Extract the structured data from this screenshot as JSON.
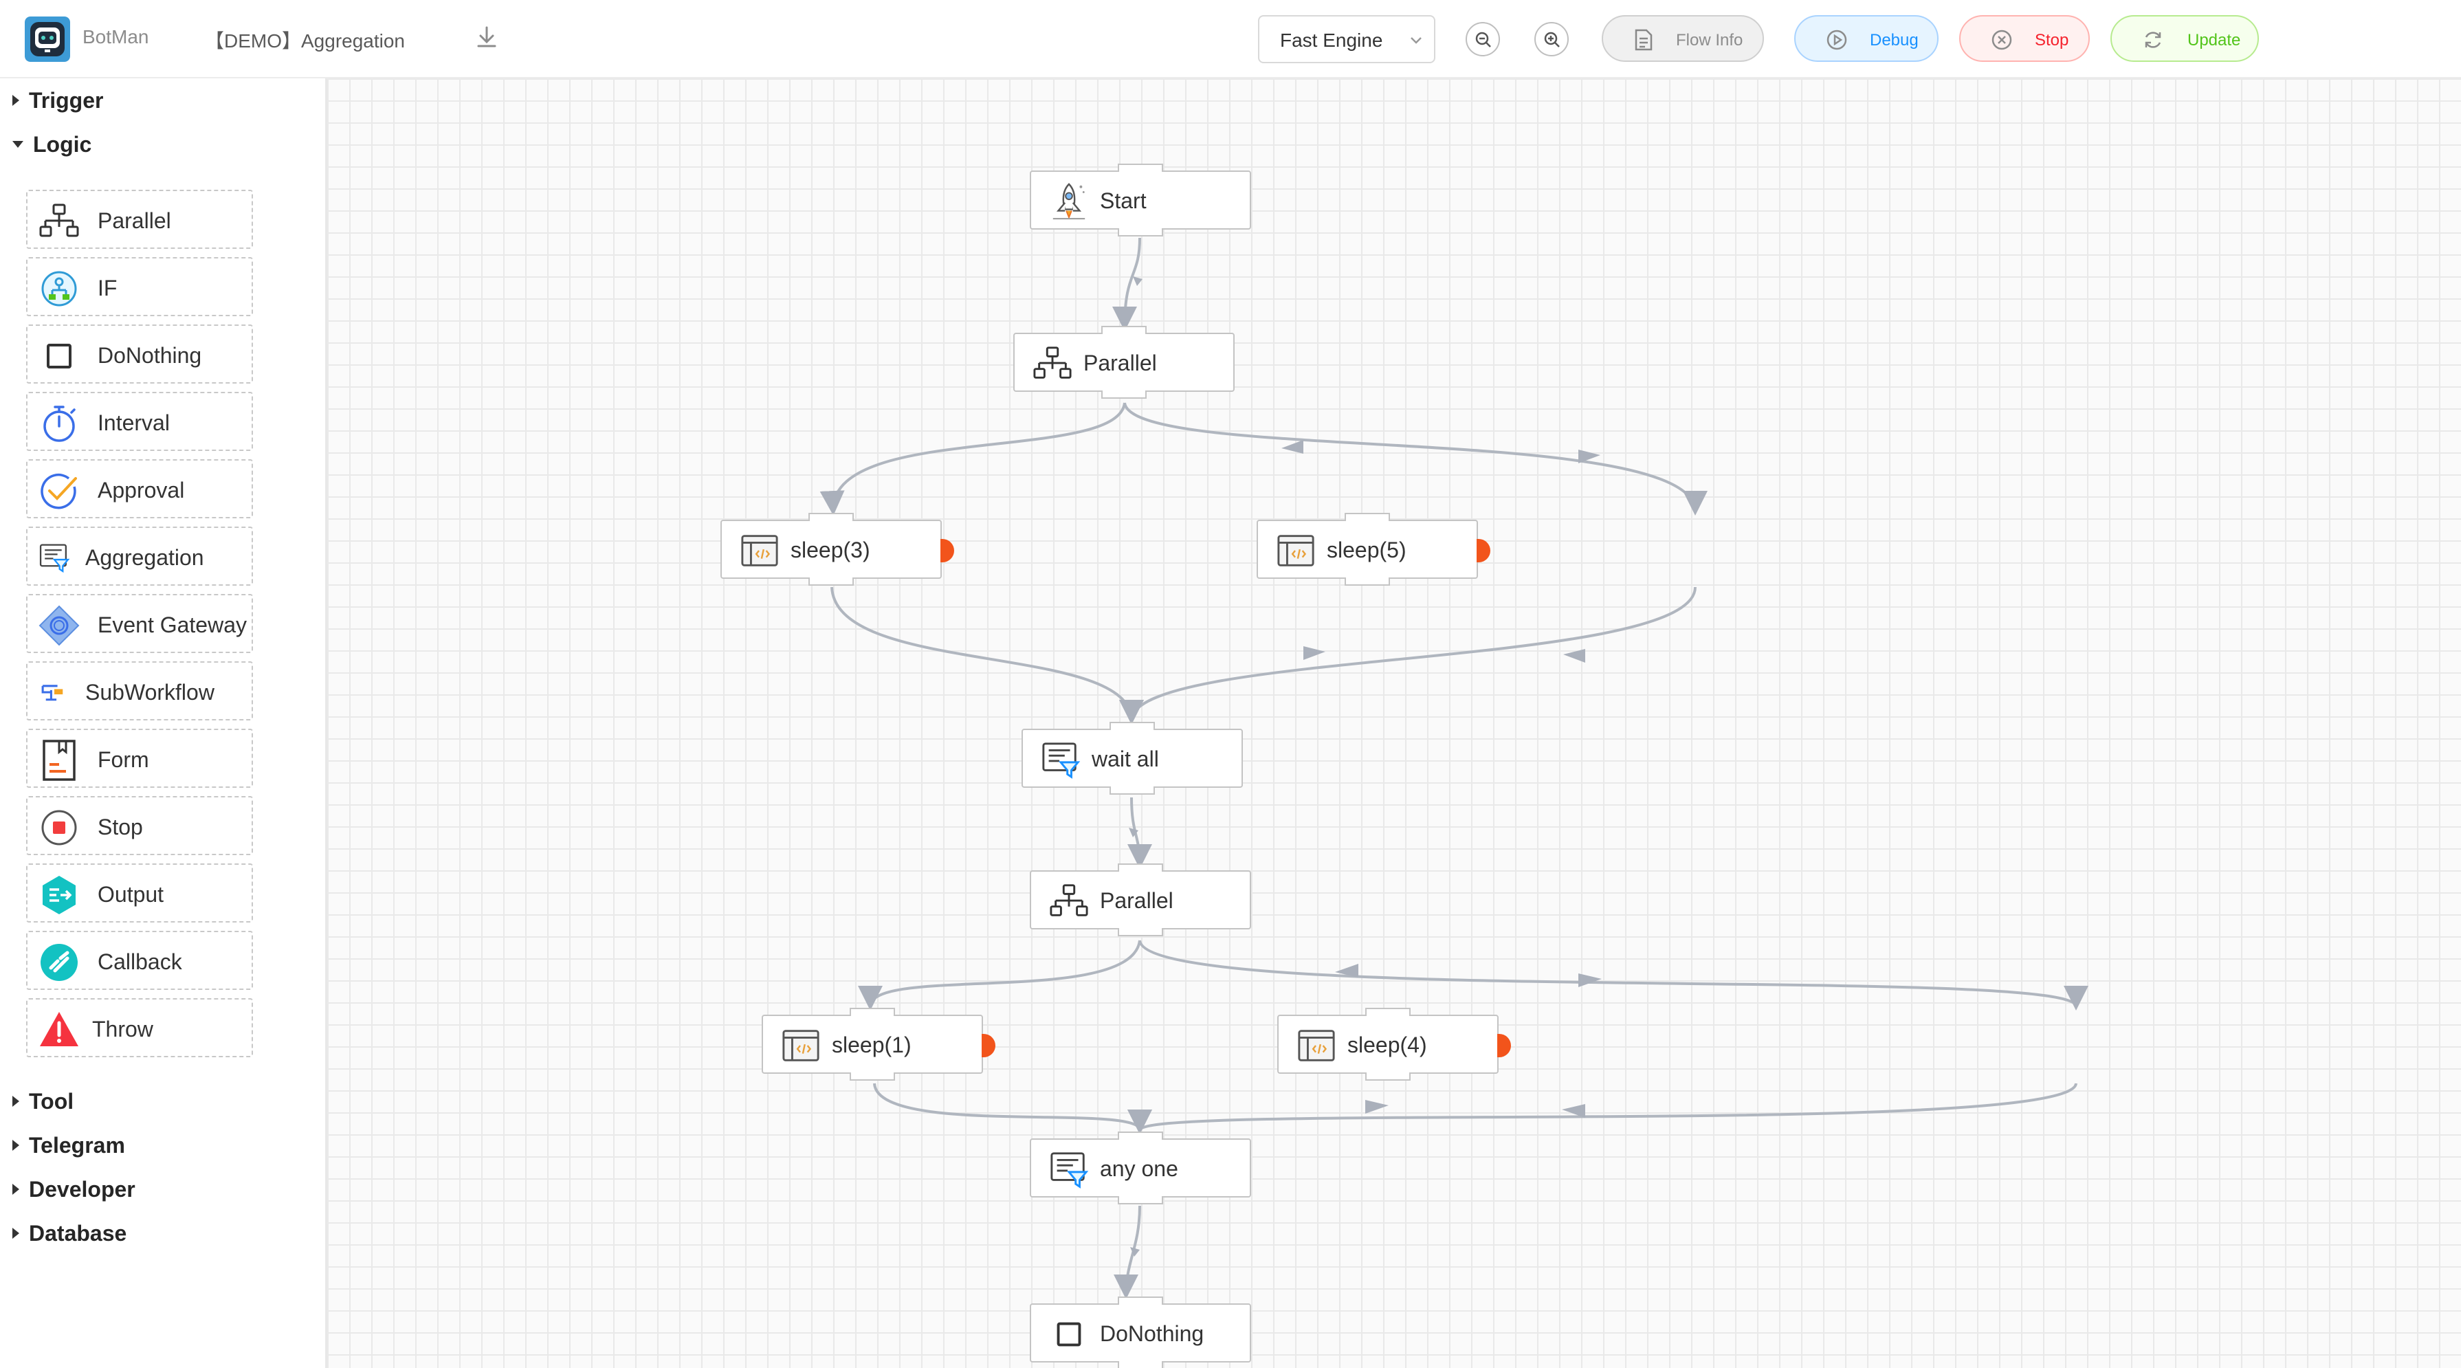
{
  "header": {
    "app_name": "BotMan",
    "flow_name": "【DEMO】Aggregation",
    "engine": "Fast Engine",
    "buttons": {
      "flow_info": "Flow Info",
      "debug": "Debug",
      "stop": "Stop",
      "update": "Update"
    },
    "colors": {
      "debug": "#1890ff",
      "stop": "#f5222d",
      "update": "#52c41a"
    }
  },
  "sidebar": {
    "categories": [
      "Trigger",
      "Logic",
      "Tool",
      "Telegram",
      "Developer",
      "Database"
    ],
    "logic_items": [
      "Parallel",
      "IF",
      "DoNothing",
      "Interval",
      "Approval",
      "Aggregation",
      "Event Gateway",
      "SubWorkflow",
      "Form",
      "Stop",
      "Output",
      "Callback",
      "Throw"
    ]
  },
  "canvas": {
    "nodes": [
      {
        "label": "Start",
        "icon": "rocket-icon"
      },
      {
        "label": "Parallel",
        "icon": "parallel-icon"
      },
      {
        "label": "sleep(3)",
        "icon": "script-icon"
      },
      {
        "label": "sleep(5)",
        "icon": "script-icon"
      },
      {
        "label": "wait all",
        "icon": "aggregation-icon"
      },
      {
        "label": "Parallel",
        "icon": "parallel-icon"
      },
      {
        "label": "sleep(1)",
        "icon": "script-icon"
      },
      {
        "label": "sleep(4)",
        "icon": "script-icon"
      },
      {
        "label": "any one",
        "icon": "aggregation-icon"
      },
      {
        "label": "DoNothing",
        "icon": "square-icon"
      }
    ]
  }
}
